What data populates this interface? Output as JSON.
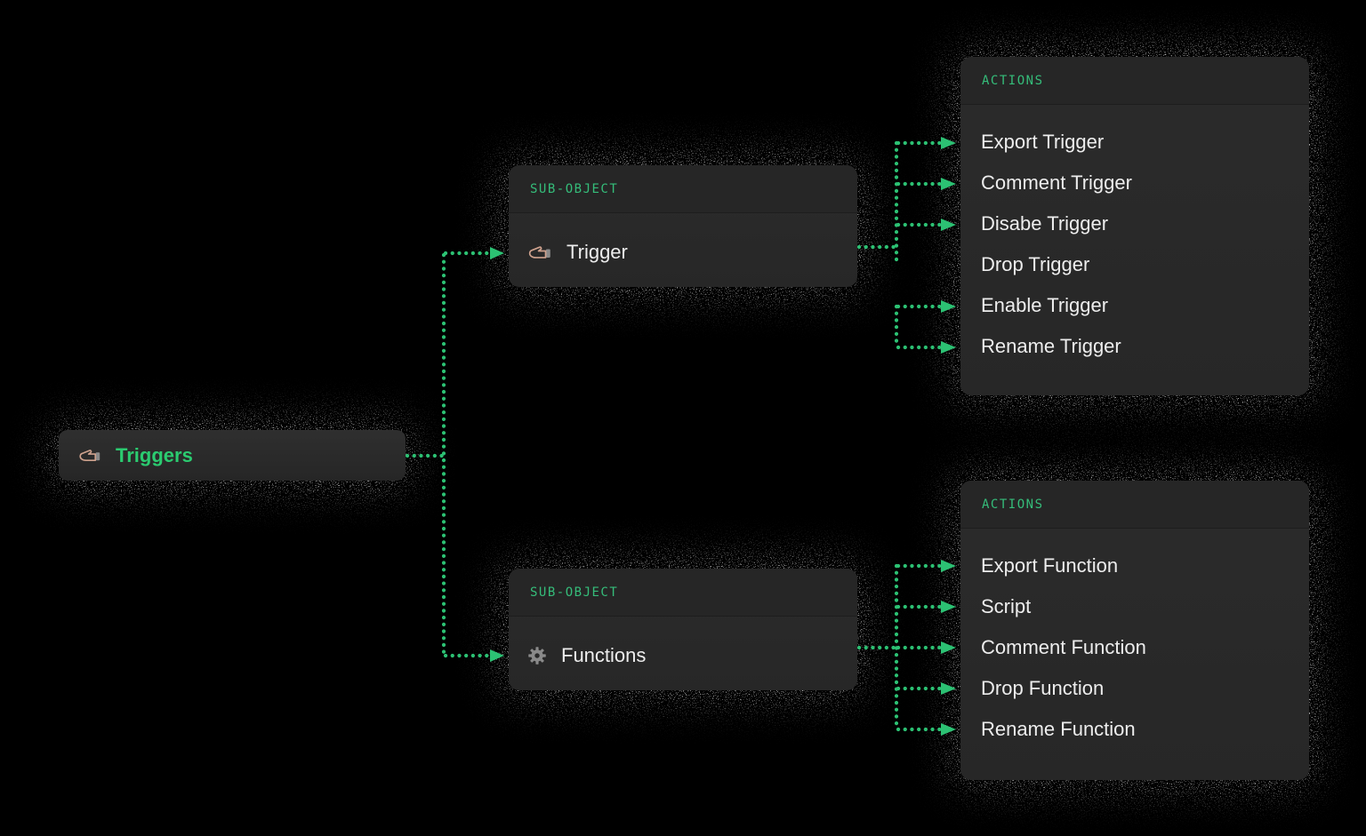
{
  "diagram": {
    "root_node": {
      "label": "Triggers",
      "icon": "trigger-hand-icon"
    },
    "sub_object_cards": [
      {
        "header": "SUB-OBJECT",
        "title": "Trigger",
        "icon": "trigger-hand-icon"
      },
      {
        "header": "SUB-OBJECT",
        "title": "Functions",
        "icon": "gear-icon"
      }
    ],
    "action_panels": [
      {
        "header": "ACTIONS",
        "items": [
          "Export Trigger",
          "Comment Trigger",
          "Disabe Trigger",
          "Drop Trigger",
          "Enable Trigger",
          "Rename Trigger"
        ]
      },
      {
        "header": "ACTIONS",
        "items": [
          "Export Function",
          "Script",
          "Comment Function",
          "Drop Function",
          "Rename Function"
        ]
      }
    ],
    "connections": [
      {
        "from": "Triggers",
        "to": "Trigger"
      },
      {
        "from": "Triggers",
        "to": "Functions"
      },
      {
        "from": "Trigger",
        "to": [
          "Export Trigger",
          "Comment Trigger",
          "Disabe Trigger",
          "Enable Trigger",
          "Rename Trigger"
        ]
      },
      {
        "from": "Functions",
        "to": [
          "Export Function",
          "Script",
          "Comment Function",
          "Drop Function",
          "Rename Function"
        ]
      }
    ]
  },
  "colors": {
    "background": "#000000",
    "panel": "#292929",
    "panel_header": "#262626",
    "divider": "#1d1d1d",
    "accent": "#2cc173",
    "label_green": "#35bd7a",
    "node_green": "#2bcb70",
    "text_primary": "#ededed",
    "icon_tan": "#cfa28e",
    "icon_gray": "#8a8a8a"
  }
}
